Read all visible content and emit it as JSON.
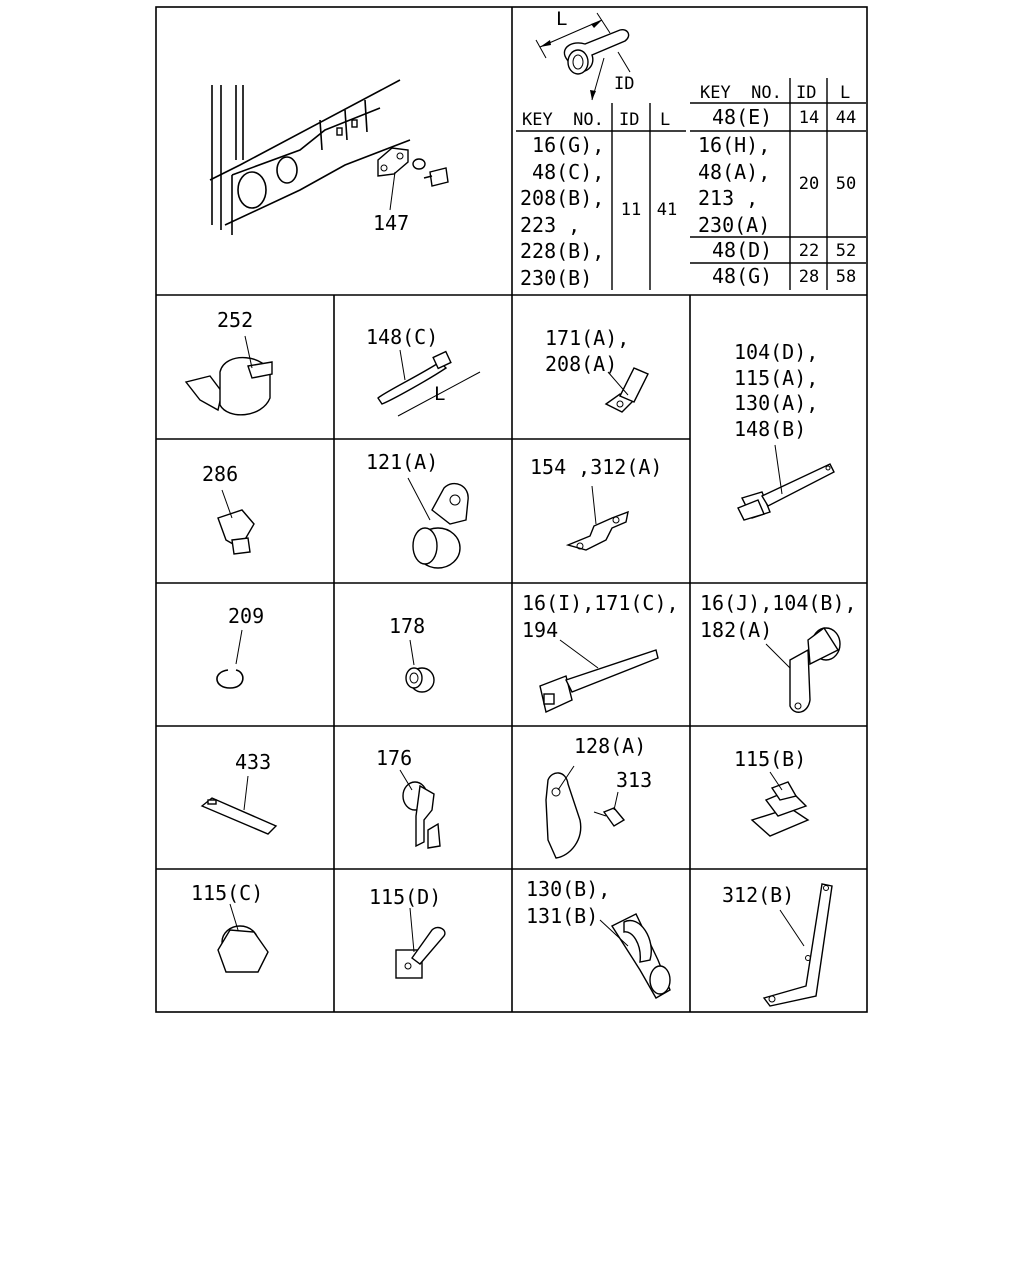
{
  "cells": {
    "c147": "147",
    "c252": "252",
    "c148c": "148(C)",
    "c171a": "171(A),\n208(A)",
    "c104d": "104(D),\n115(A),\n130(A),\n148(B)",
    "c286": "286",
    "c121a": "121(A)",
    "c154": "154 ,312(A)",
    "c209": "209",
    "c178": "178",
    "c16i": "16(I),171(C),\n194",
    "c16j": "16(J),104(B),\n182(A)",
    "c433": "433",
    "c176": "176",
    "c128a": "128(A)",
    "c313": "313",
    "c115b": "115(B)",
    "c115c": "115(C)",
    "c115d": "115(D)",
    "c130b": "130(B),\n131(B)",
    "c312b": "312(B)"
  },
  "dims": {
    "l": "L",
    "id": "ID"
  },
  "table_left": {
    "headers": [
      "KEY  NO.",
      "ID",
      "L"
    ],
    "keys": " 16(G),\n 48(C),\n208(B),\n223 ,\n228(B),\n230(B)",
    "id": "11",
    "l": "41"
  },
  "table_right": {
    "headers": [
      "KEY  NO.",
      "ID",
      "L"
    ],
    "rows": [
      {
        "key": "48(E)",
        "id": "14",
        "l": "44"
      },
      {
        "key": "16(H),\n48(A),\n213 ,\n230(A)",
        "id": "20",
        "l": "50"
      },
      {
        "key": "48(D)",
        "id": "22",
        "l": "52"
      },
      {
        "key": "48(G)",
        "id": "28",
        "l": "58"
      }
    ]
  }
}
